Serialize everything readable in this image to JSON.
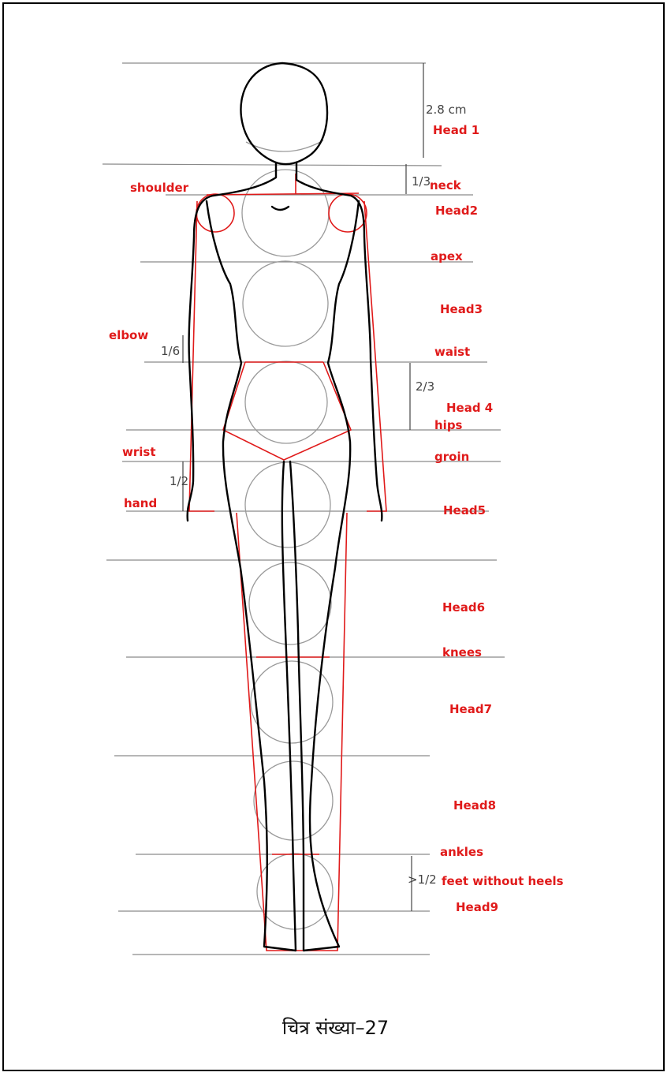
{
  "figure": {
    "scale_label": "2.8 cm",
    "fractions": {
      "neck": "1/3",
      "elbow": "1/6",
      "waist_hips": "2/3",
      "hand": "1/2",
      "feet": ">1/2"
    },
    "labels_right": {
      "head1": "Head 1",
      "neck": "neck",
      "head2": "Head2",
      "apex": "apex",
      "head3": "Head3",
      "waist": "waist",
      "head4": "Head 4",
      "hips": "hips",
      "groin": "groin",
      "head5": "Head5",
      "head6": "Head6",
      "knees": "knees",
      "head7": "Head7",
      "head8": "Head8",
      "ankles": "ankles",
      "feet": "feet without heels",
      "head9": "Head9"
    },
    "labels_left": {
      "shoulder": "shoulder",
      "elbow": "elbow",
      "wrist": "wrist",
      "hand": "hand"
    }
  },
  "caption": "चित्र संख्या–27",
  "colors": {
    "annotation": "#e01a1a",
    "outline": "#000000",
    "guide": "#888888"
  }
}
